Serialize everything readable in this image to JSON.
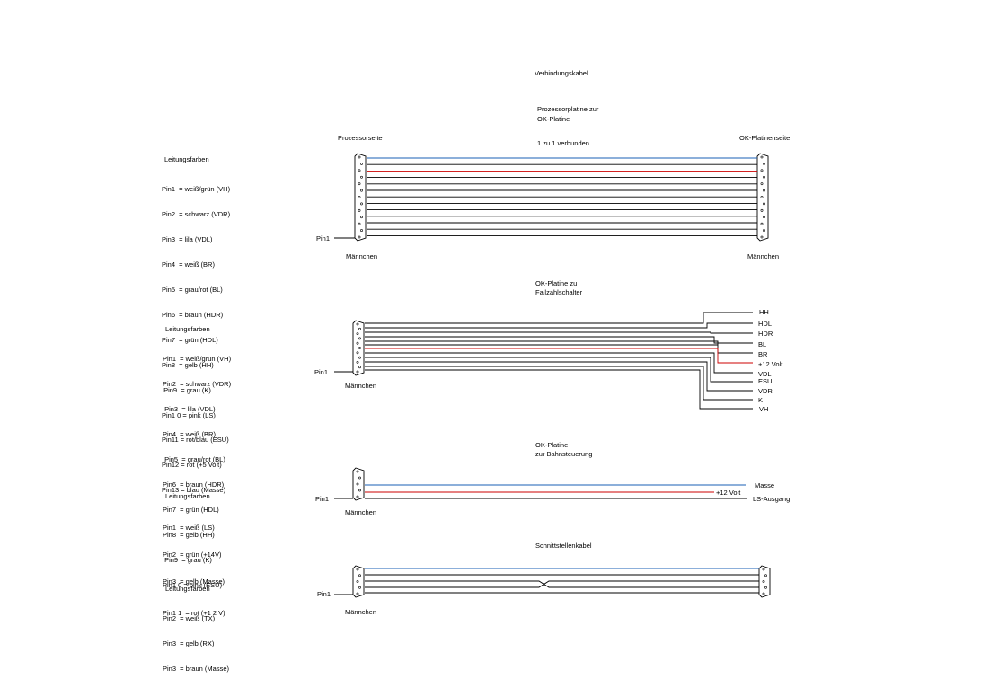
{
  "page_title": "Verbindungskabel",
  "section1": {
    "title_line1": "Prozessorplatine zur",
    "title_line2": "OK-Platine",
    "left_label": "Prozessorseite",
    "right_label": "OK-Platinenseite",
    "middle_label": "1 zu 1 verbunden",
    "pin1_label": "Pin1",
    "left_connector_label": "Männchen",
    "right_connector_label": "Männchen",
    "legend_title": "Leitungsfarben",
    "legend": [
      "Pin1  = weiß/grün (VH)",
      "Pin2  = schwarz (VDR)",
      "Pin3  = lila (VDL)",
      "Pin4  = weiß (BR)",
      "Pin5  = grau/rot (BL)",
      "Pin6  = braun (HDR)",
      "Pin7  = grün (HDL)",
      "Pin8  = gelb (HH)",
      " Pin9  = grau (K)",
      "Pin1 0 = pink (LS)",
      "Pin11 = rot/blau (ESU)",
      "Pin12 = rot (+5 Volt)",
      "Pin13 = blau (Masse)"
    ]
  },
  "section2": {
    "title_line1": "OK-Platine zu",
    "title_line2": "Fallzahlschalter",
    "pin1_label": "Pin1",
    "connector_label": "Männchen",
    "legend_title": "Leitungsfarben",
    "legend": [
      "Pin1  = weiß/grün (VH)",
      "Pin2  = schwarz (VDR)",
      " Pin3  = lila (VDL)",
      "Pin4  = weiß (BR)",
      " Pin5  = grau/rot (BL)",
      "Pin6  = braun (HDR)",
      "Pin7  = grün (HDL)",
      "Pin8  = gelb (HH)",
      " Pin9  = grau (K)",
      "Pin1 0 = pink (ESU)"
    ],
    "legend_extra": "Pin1 1  = rot (+1 2 V)",
    "outputs": [
      "HH",
      "HDL",
      "HDR",
      "BL",
      "BR",
      "+12 Volt",
      "VDL",
      "ESU",
      "VDR",
      "K",
      "VH"
    ]
  },
  "section3": {
    "title_line1": "OK-Platine",
    "title_line2": "zur Bahnsteuerung",
    "pin1_label": "Pin1",
    "connector_label": "Männchen",
    "legend_title": "Leitungsfarben",
    "legend": [
      "Pin1  = weiß (LS)",
      "Pin2  = grün (+14V)",
      "Pin3  = gelb (Masse)"
    ],
    "outputs": [
      "Masse",
      "+12 Volt",
      "LS-Ausgang"
    ]
  },
  "section4": {
    "title": "Schnittstellenkabel",
    "pin1_label": "Pin1",
    "connector_label": "Männchen",
    "legend_title": "Leitungsfarben",
    "legend": [
      "Pin2  = weiß (TX)",
      "Pin3  = gelb (RX)",
      "Pin3  = braun (Masse)"
    ]
  },
  "colors": {
    "wire_black": "#000000",
    "wire_red": "#cc0000",
    "wire_blue": "#1a5fb4"
  }
}
